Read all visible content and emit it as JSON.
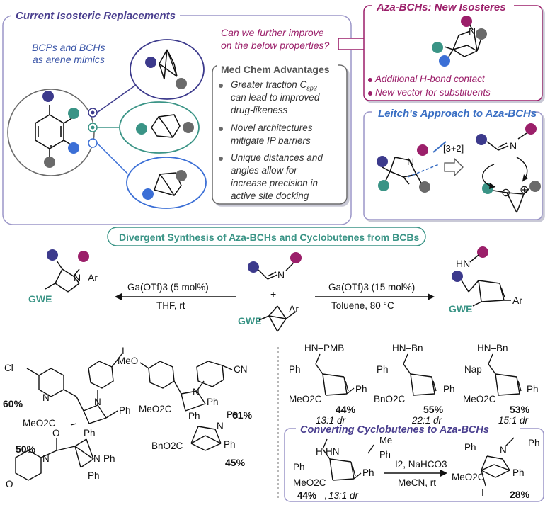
{
  "top": {
    "current_title": "Current Isosteric Replacements",
    "bcp_line1": "BCPs and BCHs",
    "bcp_line2": "as arene mimics",
    "question_line1": "Can we further improve",
    "question_line2": "on the below properties?",
    "medchem_title": "Med Chem Advantages",
    "medchem_items": [
      {
        "l1": "Greater fraction C",
        "sub": "sp3",
        "l2": "can lead to improved",
        "l3": "drug-likeness"
      },
      {
        "l1": "Novel architectures",
        "l2": "mitigate IP barriers"
      },
      {
        "l1": "Unique distances and",
        "l2": "angles allow for",
        "l3": "increase precision in",
        "l4": "active site docking"
      }
    ],
    "aza_title": "Aza-BCHs: New Isosteres",
    "aza_atom": "N",
    "aza_points": [
      "Additional H-bond contact",
      "New vector for substituents"
    ],
    "leitch_title": "Leitch's Approach to Aza-BCHs",
    "cyclo_label": "[3+2]",
    "n_label": "N",
    "minus": "⊖",
    "plus": "⊕"
  },
  "divergent_title": "Divergent Synthesis of Aza-BCHs and Cyclobutenes from BCBs",
  "reaction": {
    "left_cond1": "Ga(OTf)3 (5 mol%)",
    "left_cond2": "THF, rt",
    "right_cond1": "Ga(OTf)3 (15 mol%)",
    "right_cond2": "Toluene, 80 °C",
    "plus": "+",
    "gwe": "GWE",
    "ar": "Ar",
    "n": "N",
    "hn": "HN"
  },
  "products_left": [
    {
      "yield": "60%",
      "labels": [
        "Cl",
        "N",
        "I",
        "N",
        "Ph",
        "MeO2C"
      ]
    },
    {
      "yield": "61%",
      "labels": [
        "MeO",
        "N",
        "CN",
        "Ph",
        "MeO2C"
      ]
    },
    {
      "yield": "50%",
      "labels": [
        "O",
        "N",
        "O",
        "Ph",
        "N",
        "Ph",
        "Ph"
      ]
    },
    {
      "yield": "45%",
      "labels": [
        "Ph",
        "N",
        "Ph",
        "Ph",
        "BnO2C"
      ]
    }
  ],
  "products_right": [
    {
      "yield": "44%",
      "dr": "13:1 dr",
      "amine": "HN–PMB",
      "ester": "MeO2C",
      "aryl": "Ph",
      "sub": "Ph"
    },
    {
      "yield": "55%",
      "dr": "22:1 dr",
      "amine": "HN–Bn",
      "ester": "BnO2C",
      "aryl": "Ph",
      "sub": "Ph"
    },
    {
      "yield": "53%",
      "dr": "15:1 dr",
      "amine": "HN–Bn",
      "ester": "MeO2C",
      "aryl": "Nap",
      "sub": "Ph"
    }
  ],
  "converting": {
    "title": "Converting Cyclobutenes to Aza-BCHs",
    "reagents1": "I2, NaHCO3",
    "reagents2": "MeCN, rt",
    "sm_yield": "44%",
    "sm_dr": "13:1 dr",
    "product_yield": "28%",
    "labels": {
      "me": "Me",
      "ph": "Ph",
      "hn": "HN",
      "meo2c": "MeO2C",
      "n": "N",
      "i": "I",
      "h": "H"
    }
  },
  "colors": {
    "purple_frame": "#9b96c8",
    "title_purple": "#4a3f8f",
    "magenta": "#9b1f6a",
    "teal": "#3a9486",
    "navy": "#3c3a8c",
    "blue": "#3b6fd6",
    "gray": "#6a6a6a",
    "leitch_blue": "#3a6fc4"
  }
}
